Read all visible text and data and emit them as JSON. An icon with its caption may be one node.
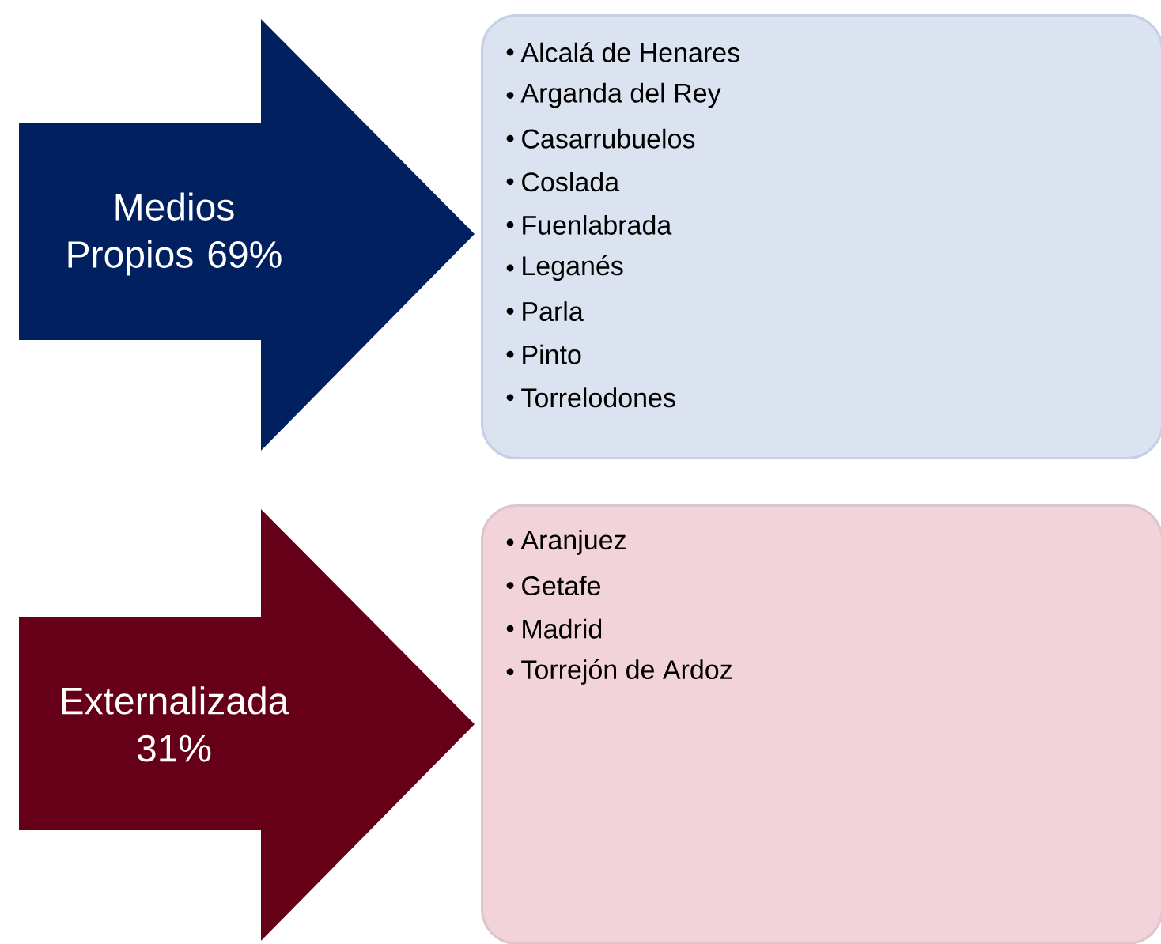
{
  "diagram": {
    "nodes": [
      {
        "text": [
          "Medios Propios 69%"
        ]
      },
      {
        "text": [
          "Alcalá de Henares",
          "Arganda del Rey",
          "Casarrubuelos",
          "Coslada",
          "Fuenlabrada",
          "Leganés",
          "Parla",
          "Pinto",
          "Torrelodones"
        ]
      },
      {
        "text": [
          "Externalizada 31%"
        ]
      },
      {
        "text": [
          "Aranjuez",
          "Getafe",
          "Madrid",
          "Torrejón de Ardoz"
        ]
      }
    ]
  }
}
